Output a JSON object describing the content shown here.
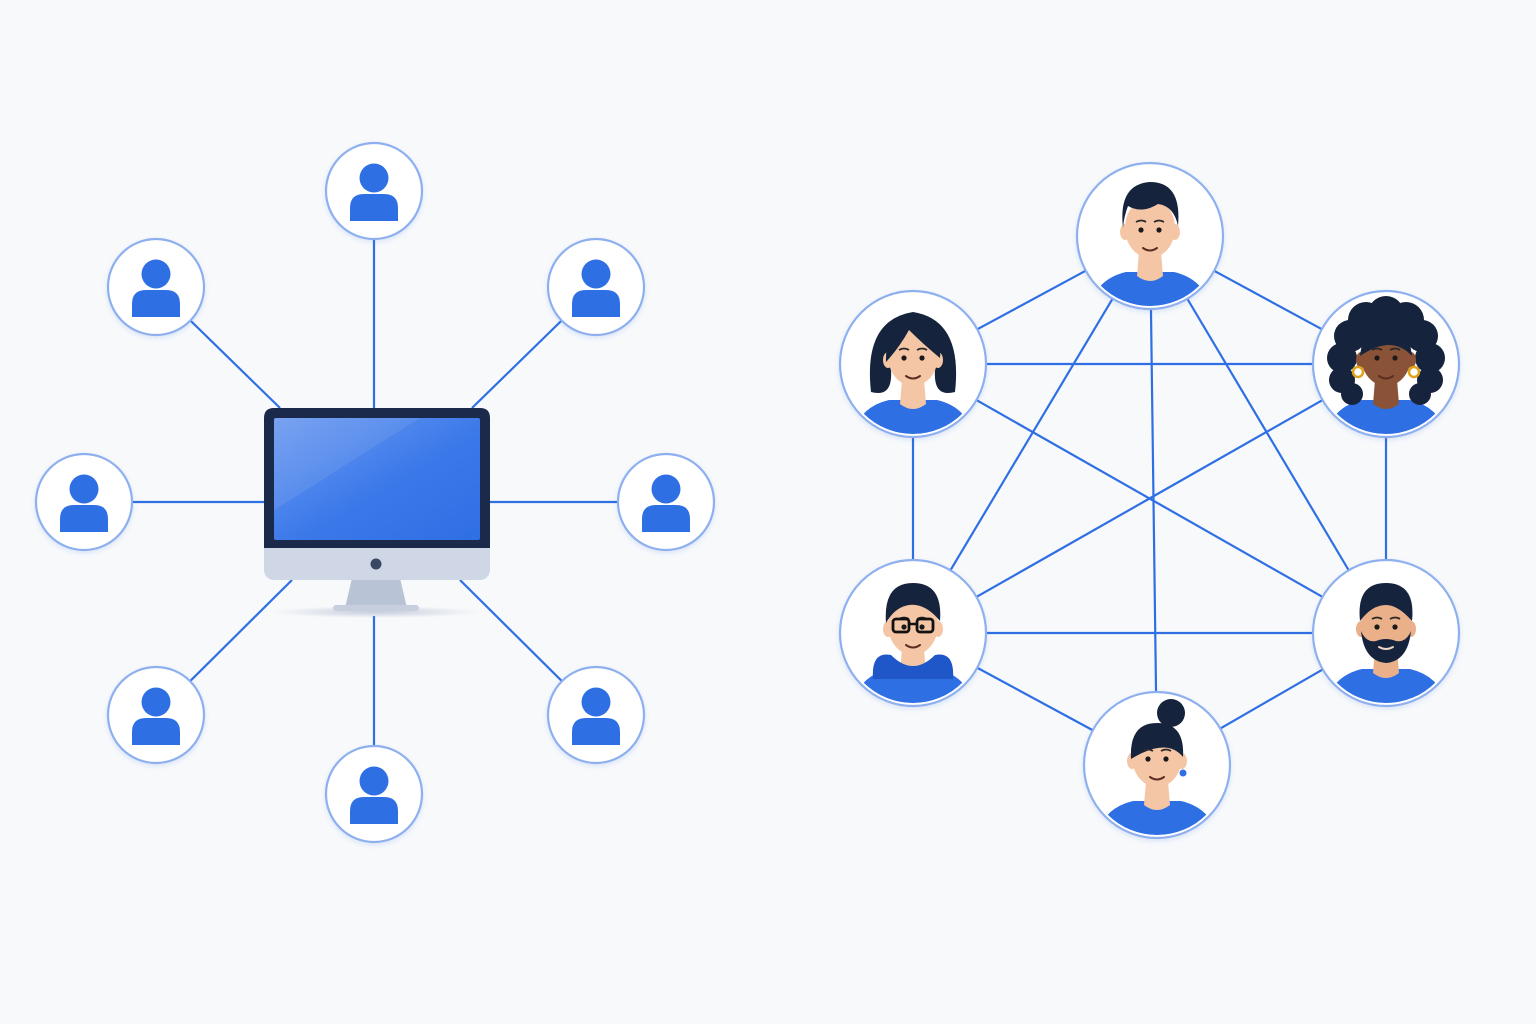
{
  "colors": {
    "background": "#f8f9fb",
    "accent": "#2f6fe4",
    "accent_dark": "#1f56c8",
    "node_border": "#8fb0ee",
    "node_fill": "#ffffff",
    "link": "#2f6fe4",
    "monitor_frame": "#1b2a4a",
    "monitor_screen": "#3b79ea",
    "monitor_chin": "#cfd7e6",
    "monitor_stand": "#b9c3d6",
    "hair_dark": "#16233d",
    "skin_light": "#f5c6a5",
    "skin_medium": "#e9b08a",
    "skin_dark": "#8a5236",
    "earring_gold": "#e0a21b"
  },
  "diagram": {
    "left": {
      "kind": "centralized-network",
      "center_icon": "desktop-computer-icon",
      "node_icon": "user-icon",
      "nodes": [
        {
          "id": "top"
        },
        {
          "id": "top-left"
        },
        {
          "id": "top-right"
        },
        {
          "id": "left"
        },
        {
          "id": "right"
        },
        {
          "id": "bottom-left"
        },
        {
          "id": "bottom-right"
        },
        {
          "id": "bottom"
        }
      ]
    },
    "right": {
      "kind": "peer-to-peer-mesh",
      "peers": [
        {
          "id": "top",
          "icon": "man-avatar-icon"
        },
        {
          "id": "upper-left",
          "icon": "woman-short-hair-avatar-icon"
        },
        {
          "id": "upper-right",
          "icon": "woman-curly-hair-avatar-icon"
        },
        {
          "id": "lower-left",
          "icon": "man-glasses-hoodie-avatar-icon"
        },
        {
          "id": "lower-right",
          "icon": "man-beard-avatar-icon"
        },
        {
          "id": "bottom",
          "icon": "woman-bun-avatar-icon"
        }
      ],
      "links": [
        [
          "top",
          "upper-left"
        ],
        [
          "top",
          "upper-right"
        ],
        [
          "top",
          "lower-left"
        ],
        [
          "top",
          "lower-right"
        ],
        [
          "top",
          "bottom"
        ],
        [
          "upper-left",
          "upper-right"
        ],
        [
          "upper-left",
          "lower-left"
        ],
        [
          "upper-left",
          "lower-right"
        ],
        [
          "upper-right",
          "lower-right"
        ],
        [
          "upper-right",
          "lower-left"
        ],
        [
          "lower-left",
          "lower-right"
        ],
        [
          "lower-left",
          "bottom"
        ],
        [
          "lower-right",
          "bottom"
        ]
      ]
    }
  }
}
